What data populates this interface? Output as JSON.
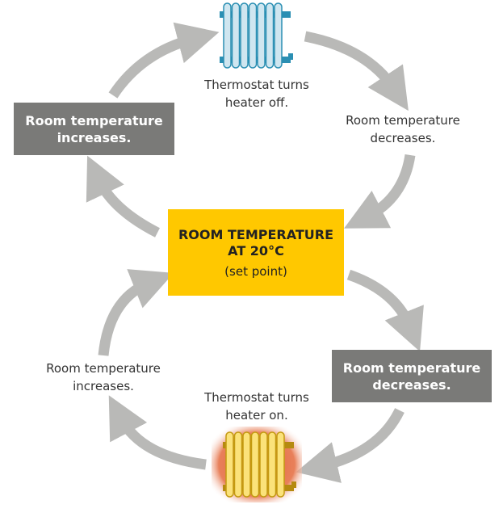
{
  "center": {
    "title_line1": "ROOM TEMPERATURE",
    "title_line2": "AT 20°C",
    "subtitle": "(set point)"
  },
  "top_label": {
    "line1": "Thermostat turns",
    "line2": "heater off."
  },
  "right_label": {
    "line1": "Room temperature",
    "line2": "decreases."
  },
  "left_box": {
    "line1": "Room temperature",
    "line2": "increases."
  },
  "right_box": {
    "line1": "Room temperature",
    "line2": "decreases."
  },
  "left_label": {
    "line1": "Room temperature",
    "line2": "increases."
  },
  "bottom_label": {
    "line1": "Thermostat turns",
    "line2": "heater on."
  },
  "colors": {
    "center": "#ffc800",
    "box": "#7a7a78",
    "arrow": "#b9b9b7",
    "heater_off": "#6fb3cf",
    "heater_on": "#f2c230"
  }
}
